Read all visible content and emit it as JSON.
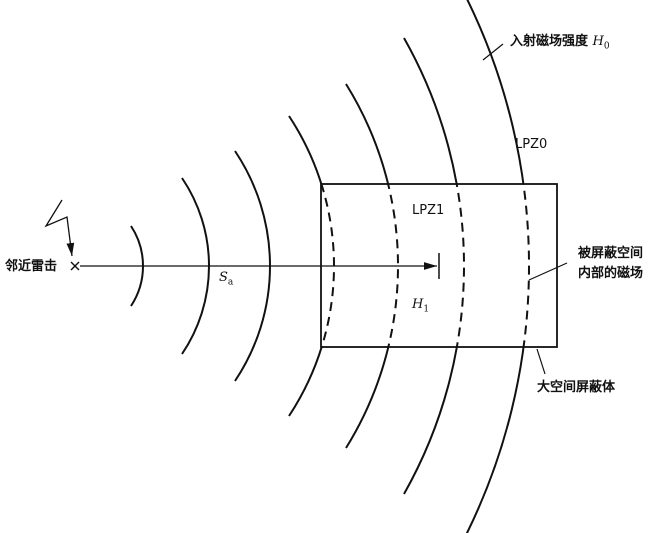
{
  "labels": {
    "incident_field": "入射磁场强度",
    "incident_symbol": "H",
    "incident_sub": "0",
    "lpz0": "LPZ0",
    "lpz1": "LPZ1",
    "inner_field_line1": "被屏蔽空间",
    "inner_field_line2": "内部的磁场",
    "shield": "大空间屏蔽体",
    "strike": "邻近雷击",
    "distance_symbol": "S",
    "distance_sub": "a",
    "inner_symbol": "H",
    "inner_sub": "1"
  },
  "colors": {
    "line": "#111111",
    "background": "#ffffff"
  }
}
